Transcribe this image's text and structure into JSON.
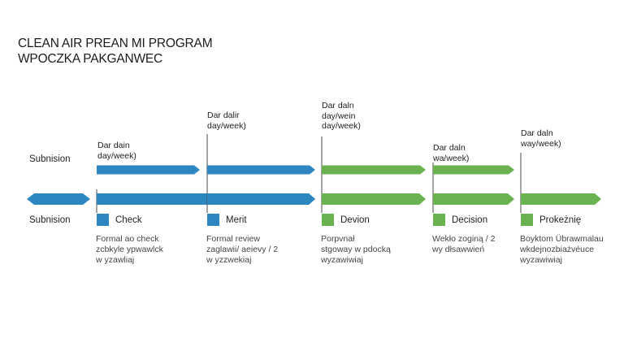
{
  "title": {
    "line1": "CLEAN AIR PREAN MI PROGRAM",
    "line2": "WPOCZKA PAKGANWEC"
  },
  "rows": {
    "top_label": "Subnision",
    "bottom_label": "Subnision"
  },
  "colors": {
    "blue": "#2e86c1",
    "green": "#6ab150",
    "divider": "#4a4a4a"
  },
  "stages": [
    {
      "name": "Check",
      "color": "blue",
      "duration": [
        "Dar dain",
        "day/week)"
      ],
      "description": [
        "Formal ao check",
        "zcbkyle ypwawlck",
        "w yzawliaj"
      ]
    },
    {
      "name": "Merit",
      "color": "blue",
      "duration": [
        "Dar dalir",
        "day/week)"
      ],
      "description": [
        "Formal review",
        "zaglawii/ aeievy / 2",
        "w yzzwekiaj"
      ]
    },
    {
      "name": "Devion",
      "color": "green",
      "duration": [
        "Dar daln",
        "day/wein",
        "day/week)"
      ],
      "description": [
        "Porpvnał",
        "stgoway w pdocką",
        "wyzawiwiaj"
      ]
    },
    {
      "name": "Decision",
      "color": "green",
      "duration": [
        "Dar daln",
        "wa/week)"
      ],
      "description": [
        "Wekło zoginą / 2",
        "wy dłsawwień"
      ]
    },
    {
      "name": "Prokeżnię",
      "color": "green",
      "duration": [
        "Dar daln",
        "way/week)"
      ],
      "description": [
        "Boyktom Übrawmalau",
        "wkdejnozbiażvéuce",
        "wyzawiwiaj"
      ]
    }
  ]
}
